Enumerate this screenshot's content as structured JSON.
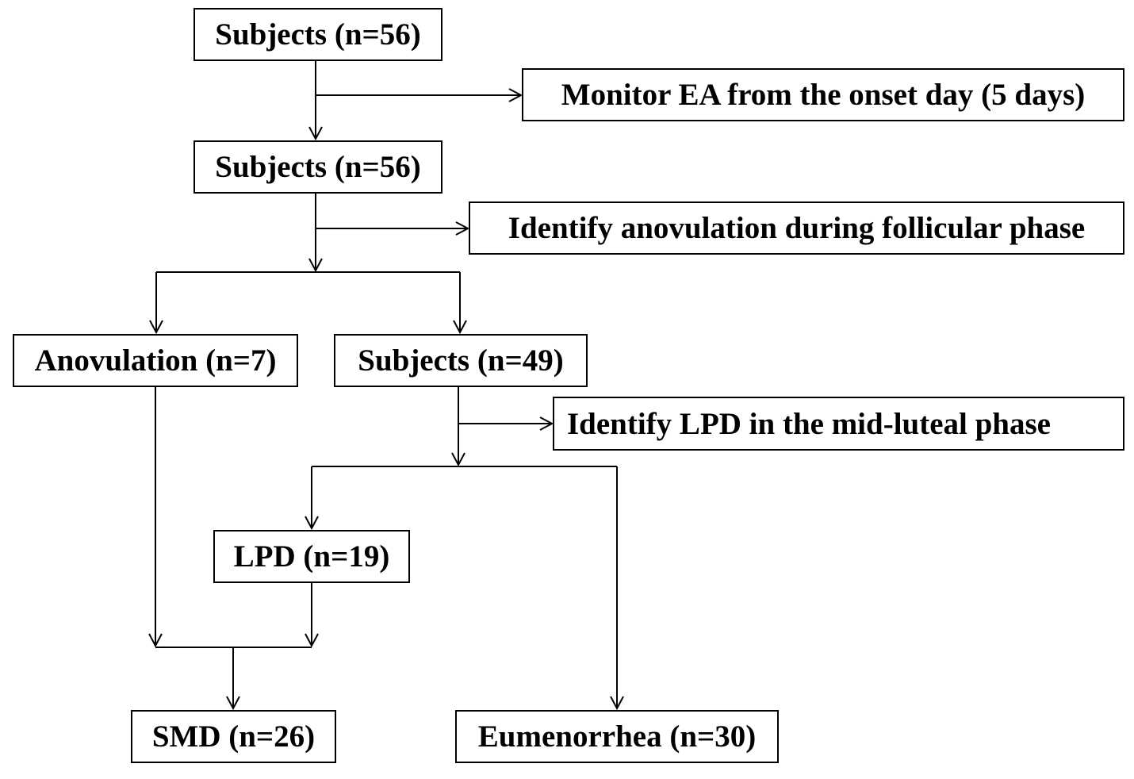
{
  "colors": {
    "stroke": "#000000",
    "box_fill": "#ffffff",
    "text": "#000000",
    "background": "#ffffff"
  },
  "nodes": {
    "subjects_1": "Subjects (n=56)",
    "monitor_ea": "Monitor EA from the onset day (5 days)",
    "subjects_2": "Subjects (n=56)",
    "identify_anovulation": "Identify anovulation during follicular phase",
    "anovulation": "Anovulation (n=7)",
    "subjects_3": "Subjects (n=49)",
    "identify_lpd": "Identify LPD in the mid-luteal phase",
    "lpd": "LPD (n=19)",
    "smd": "SMD (n=26)",
    "eumenorrhea": "Eumenorrhea (n=30)"
  }
}
